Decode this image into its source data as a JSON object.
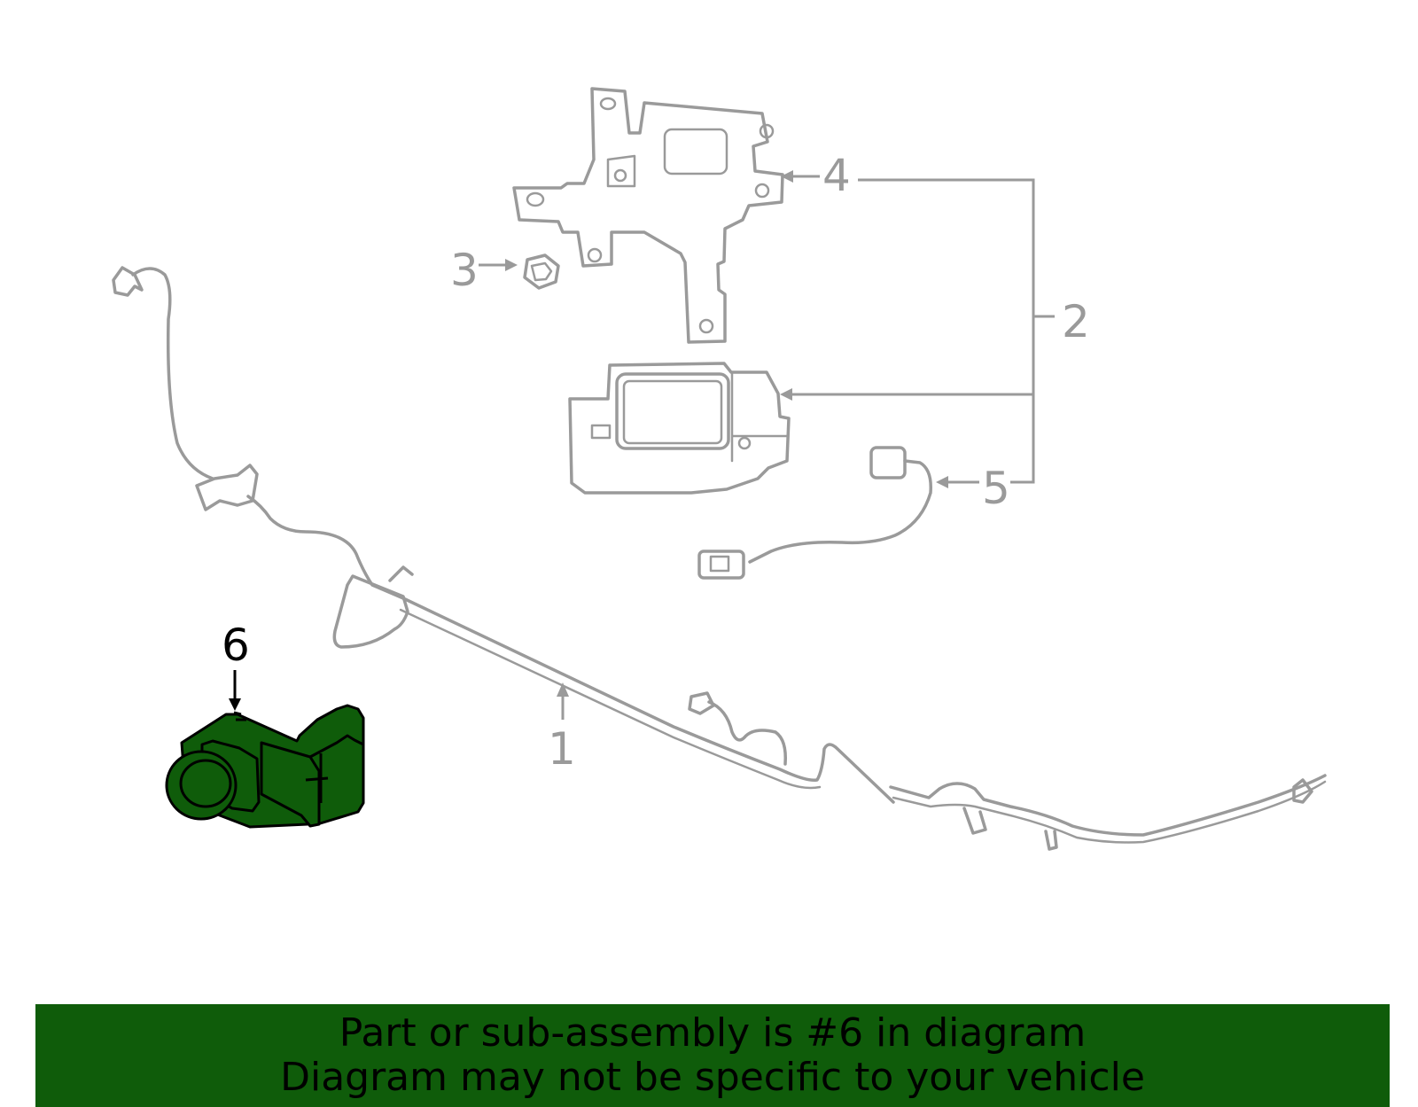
{
  "diagram": {
    "callouts": {
      "c1": "1",
      "c2": "2",
      "c3": "3",
      "c4": "4",
      "c5": "5",
      "c6": "6"
    },
    "highlight_color": "#0f5c0a",
    "line_color": "#9a9a9a"
  },
  "banner": {
    "line1": "Part or sub-assembly is #6 in diagram",
    "line2": "Diagram may not be specific to your vehicle",
    "background": "#0f5c0a"
  }
}
